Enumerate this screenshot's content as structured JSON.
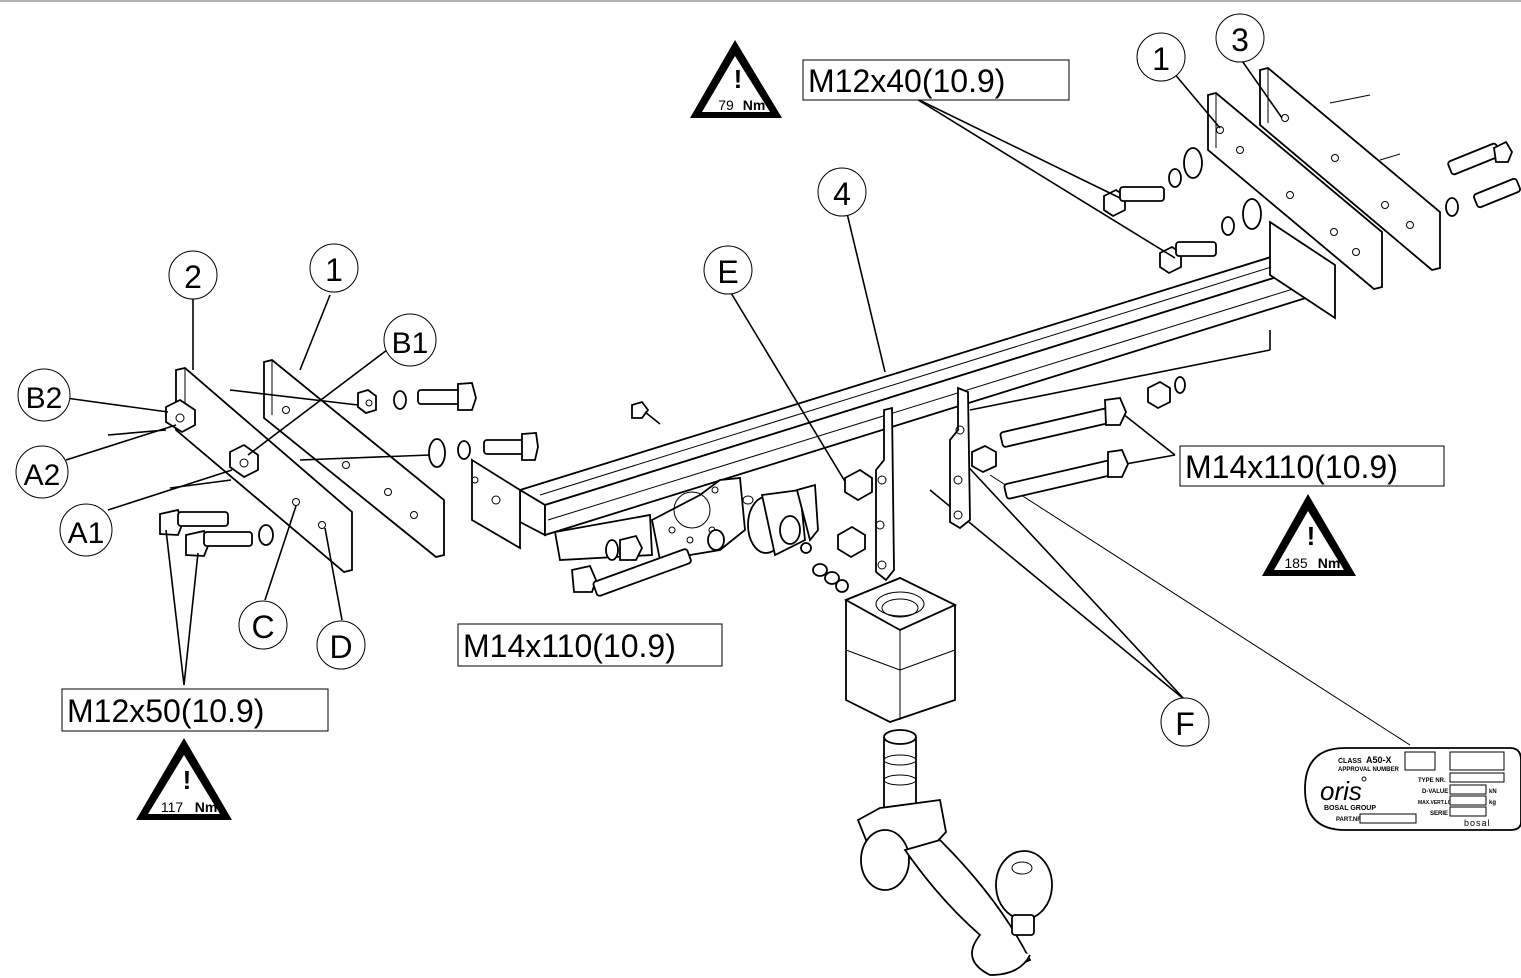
{
  "callouts": {
    "c1_left": "1",
    "c1_right": "1",
    "c2": "2",
    "c3": "3",
    "c4": "4",
    "cE": "E",
    "cB1": "B1",
    "cB2": "B2",
    "cA1": "A1",
    "cA2": "A2",
    "cC": "C",
    "cD": "D",
    "cF": "F"
  },
  "bolt_specs": {
    "m12x40": "M12x40(10.9)",
    "m14x110_right": "M14x110(10.9)",
    "m14x110_center": "M14x110(10.9)",
    "m12x50": "M12x50(10.9)"
  },
  "torques": {
    "t79": "79",
    "t185": "185",
    "t117": "117",
    "unit": "Nm",
    "mark": "!"
  },
  "plate": {
    "class_label": "CLASS",
    "class_value": "A50-X",
    "approval_label": "APPROVAL NUMBER",
    "brand": "oris",
    "group": "BOSAL GROUP",
    "type_label": "TYPE NR.",
    "dvalue_label": "D-VALUE",
    "dvalue_unit": "kN",
    "mass_label": "MAX.VERT.LO",
    "mass_unit": "kg",
    "serie_label": "SERIE",
    "part_label": "PART.NR",
    "bosal": "bosal"
  }
}
